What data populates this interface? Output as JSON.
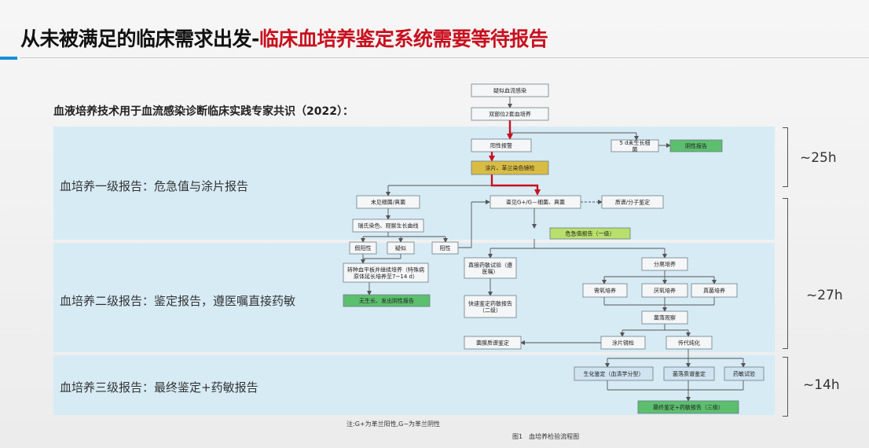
{
  "slide": {
    "title_main": "从未被满足的临床需求出发-",
    "title_highlight": "临床血培养鉴定系统需要等待报告",
    "consensus": "血液培养技术用于血流感染诊断临床实践专家共识（2022）："
  },
  "bands": [
    {
      "label": "血培养一级报告：危急值与涂片报告",
      "hours": "~25h"
    },
    {
      "label": "血培养二级报告：鉴定报告，遵医嘱直接药敏",
      "hours": "~27h"
    },
    {
      "label": "血培养三级报告：最终鉴定+药敏报告",
      "hours": "~14h"
    }
  ],
  "flowchart": {
    "nodes": {
      "suspect": "疑似血流感染",
      "double": "双部位2套血培养",
      "positive_alarm": "阳性报警",
      "no_growth_5d": "5 d未生长细菌",
      "negative_report": "阴性报告",
      "smear": "涂片、革兰染色镜检",
      "no_bacteria": "未见细菌/真菌",
      "found": "查见G+/G－细菌、真菌",
      "mass_spec": "质谱/分子鉴定",
      "stain_curve": "瑞氏染色、观察生长曲线",
      "critical": "危急值报告（一级）",
      "false_pos": "假阳性",
      "suspicious": "疑似",
      "positive": "阳性",
      "direct_ast": "直接药敏试验（遵医嘱）",
      "subculture": "分离培养",
      "transfer": "转种血平板并继续培养（特殊病原体延长培养至7~14 d）",
      "aerobic": "需氧培养",
      "anaerobic": "厌氧培养",
      "fungal": "真菌培养",
      "no_growth_report": "无生长、发出阴性报告",
      "rapid_id": "快速鉴定药敏报告（二级）",
      "colony": "菌落观察",
      "maldi": "菌膜质谱鉴定",
      "smear_exam": "涂片镜检",
      "passage": "传代纯化",
      "biochem": "生化鉴定（血清学分型）",
      "colony_ms": "菌落质谱鉴定",
      "ast": "药敏试验",
      "final": "最终鉴定+药敏报告（三级）"
    },
    "note": "注:G+为革兰阳性,G−为革兰阴性",
    "figure_caption": "图1　血培养检验流程图"
  },
  "colors": {
    "band": "#d7ebf5",
    "node_default": "#f4f6f7",
    "node_yellow": "#d9bc43",
    "node_lime": "#b9e06b",
    "node_green": "#5cbf6e",
    "node_blue": "#cfe3f0",
    "arrow_red": "#c8101e",
    "arrow_gray": "#555555",
    "title_red": "#c8101e",
    "accent_blue": "#1a8fd6"
  }
}
